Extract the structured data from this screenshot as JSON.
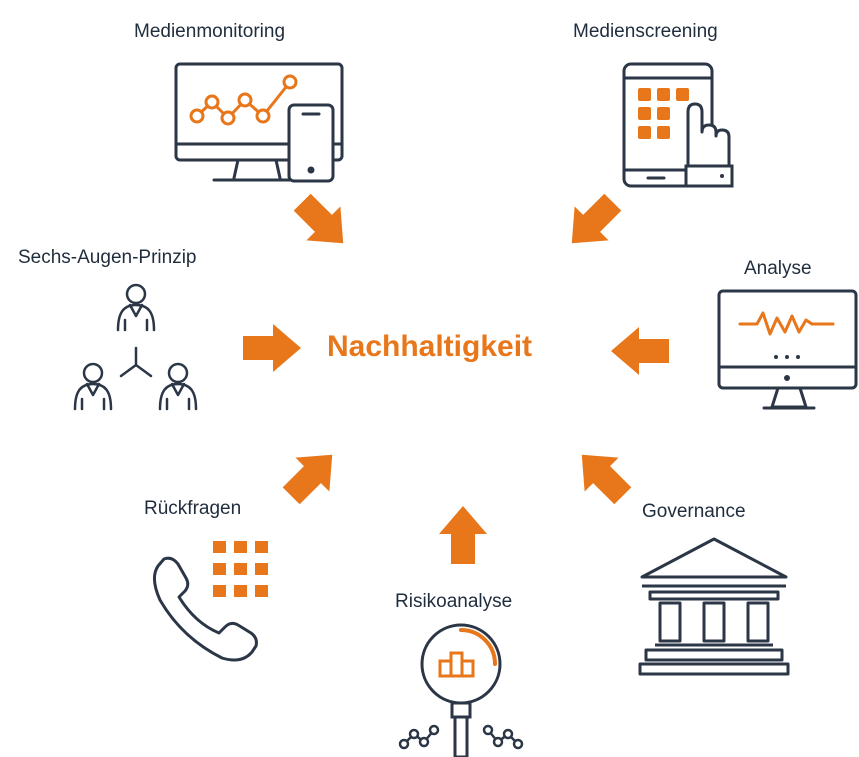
{
  "diagram": {
    "center": "Nachhaltigkeit",
    "nodes": {
      "medienmonitoring": "Medienmonitoring",
      "medienscreening": "Medienscreening",
      "sechs_augen": "Sechs-Augen-Prinzip",
      "analyse": "Analyse",
      "rueckfragen": "Rückfragen",
      "risikoanalyse": "Risikoanalyse",
      "governance": "Governance"
    }
  },
  "colors": {
    "accent": "#e8761a",
    "line": "#2b3646",
    "text": "#1f2d3d"
  }
}
